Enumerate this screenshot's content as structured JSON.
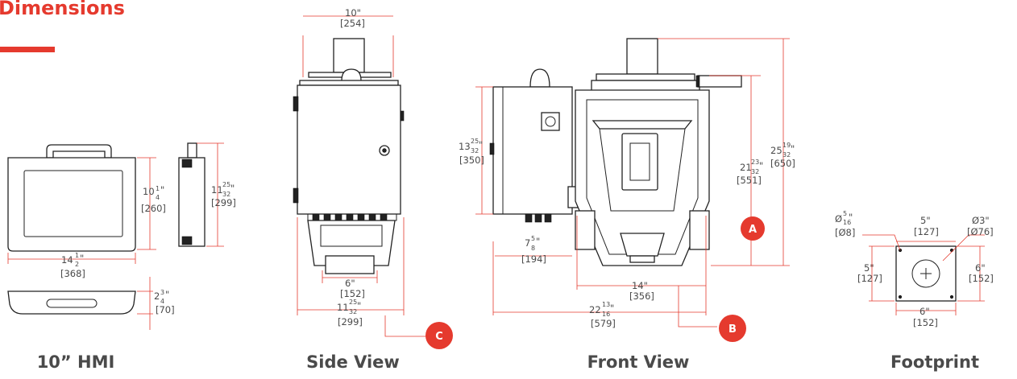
{
  "title": "Dimensions",
  "colors": {
    "accent": "#e53a2e",
    "caption": "#4a4a4a",
    "line": "#222222"
  },
  "views": [
    {
      "caption": "10” HMI"
    },
    {
      "caption": "Side View"
    },
    {
      "caption": "Front View"
    },
    {
      "caption": "Footprint"
    }
  ],
  "callouts": [
    "A",
    "B",
    "C"
  ],
  "dimensions": {
    "hmi_height": {
      "whole": "10",
      "num": "1",
      "den": "4",
      "mm": "[260]"
    },
    "hmi_width": {
      "whole": "14",
      "num": "1",
      "den": "2",
      "mm": "[368]"
    },
    "hmi_side_height": {
      "whole": "11",
      "num": "25",
      "den": "32",
      "mm": "[299]"
    },
    "hmi_depth": {
      "whole": "2",
      "num": "3",
      "den": "4",
      "mm": "[70]"
    },
    "side_top_width": {
      "whole": "10",
      "num": "",
      "den": "",
      "mm": "[254]"
    },
    "side_bottom_width": {
      "whole": "6",
      "num": "",
      "den": "",
      "mm": "[152]"
    },
    "side_overall_depth": {
      "whole": "11",
      "num": "25",
      "den": "32",
      "mm": "[299]"
    },
    "front_panel_height": {
      "whole": "13",
      "num": "25",
      "den": "32",
      "mm": "[350]"
    },
    "front_panel_offset": {
      "whole": "7",
      "num": "5",
      "den": "8",
      "mm": "[194]"
    },
    "front_frame_width": {
      "whole": "14",
      "num": "",
      "den": "",
      "mm": "[356]"
    },
    "front_overall_width": {
      "whole": "22",
      "num": "13",
      "den": "16",
      "mm": "[579]"
    },
    "front_height_a": {
      "whole": "21",
      "num": "23",
      "den": "32",
      "mm": "[551]"
    },
    "front_overall_height": {
      "whole": "25",
      "num": "19",
      "den": "32",
      "mm": "[650]"
    },
    "foot_hole": {
      "prefix": "Ø",
      "whole": "",
      "num": "5",
      "den": "16",
      "mm": "[Ø8]"
    },
    "foot_center_hole": {
      "prefix": "Ø",
      "whole": "3",
      "num": "",
      "den": "",
      "mm": "[Ø76]"
    },
    "foot_top": {
      "whole": "5",
      "num": "",
      "den": "",
      "mm": "[127]"
    },
    "foot_left": {
      "whole": "5",
      "num": "",
      "den": "",
      "mm": "[127]"
    },
    "foot_right": {
      "whole": "6",
      "num": "",
      "den": "",
      "mm": "[152]"
    },
    "foot_bottom": {
      "whole": "6",
      "num": "",
      "den": "",
      "mm": "[152]"
    }
  }
}
